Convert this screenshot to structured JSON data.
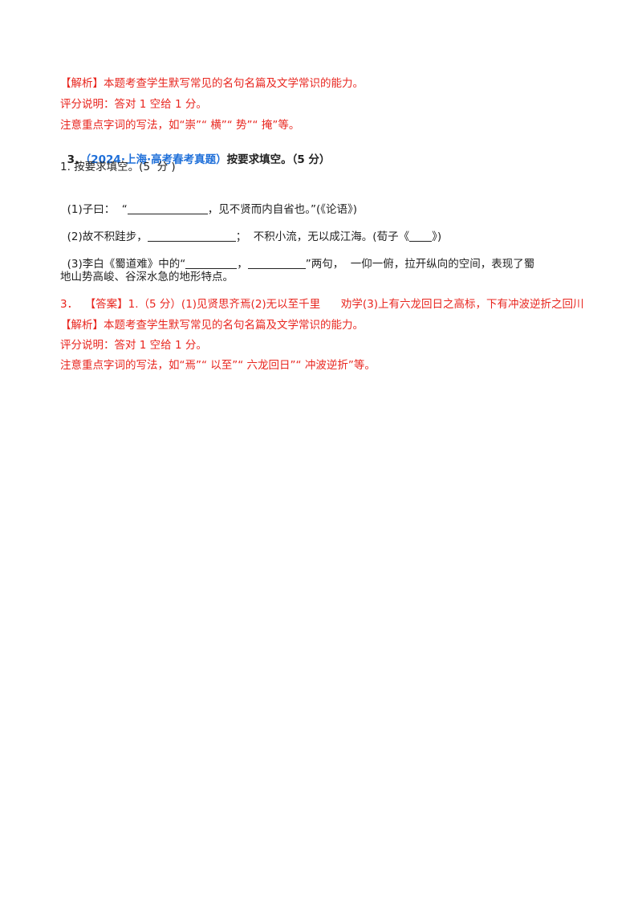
{
  "block1": {
    "analysis": "【解析】本题考查学生默写常见的名句名篇及文学常识的能力。",
    "scoring": "评分说明：答对 1 空给 1 分。",
    "note": "注意重点字词的写法，如“崇”“ 横”“ 势”“ 掩”等。"
  },
  "q3": {
    "number": "3．",
    "source": "（2024·上海·高考春考真题）",
    "title": "按要求填空。（5 分）",
    "sub": "1. 按要求填空。(5  分 )",
    "item1_a": "(1)子曰：  “",
    "item1_b": "，见不贤而内自省也。”(《论语》)",
    "item2_a": "(2)故不积跬步，",
    "item2_b": "；  不积小流，无以成江海。(荀子《",
    "item2_c": "》)",
    "item3_a": "(3)李白《蜀道难》中的“",
    "item3_b": "，",
    "item3_c": "”两句，  一仰一俯，拉开纵向的空间，表现了蜀",
    "item3_d": "地山势高峻、谷深水急的地形特点。"
  },
  "block2": {
    "answer": "3．  【答案】1.（5 分）(1)见贤思齐焉(2)无以至千里      劝学(3)上有六龙回日之高标，下有冲波逆折之回川",
    "analysis": "【解析】本题考查学生默写常见的名句名篇及文学常识的能力。",
    "scoring": "评分说明：答对 1 空给 1 分。",
    "note": "注意重点字词的写法，如“焉”“ 以至”“ 六龙回日”“ 冲波逆折”等。"
  }
}
